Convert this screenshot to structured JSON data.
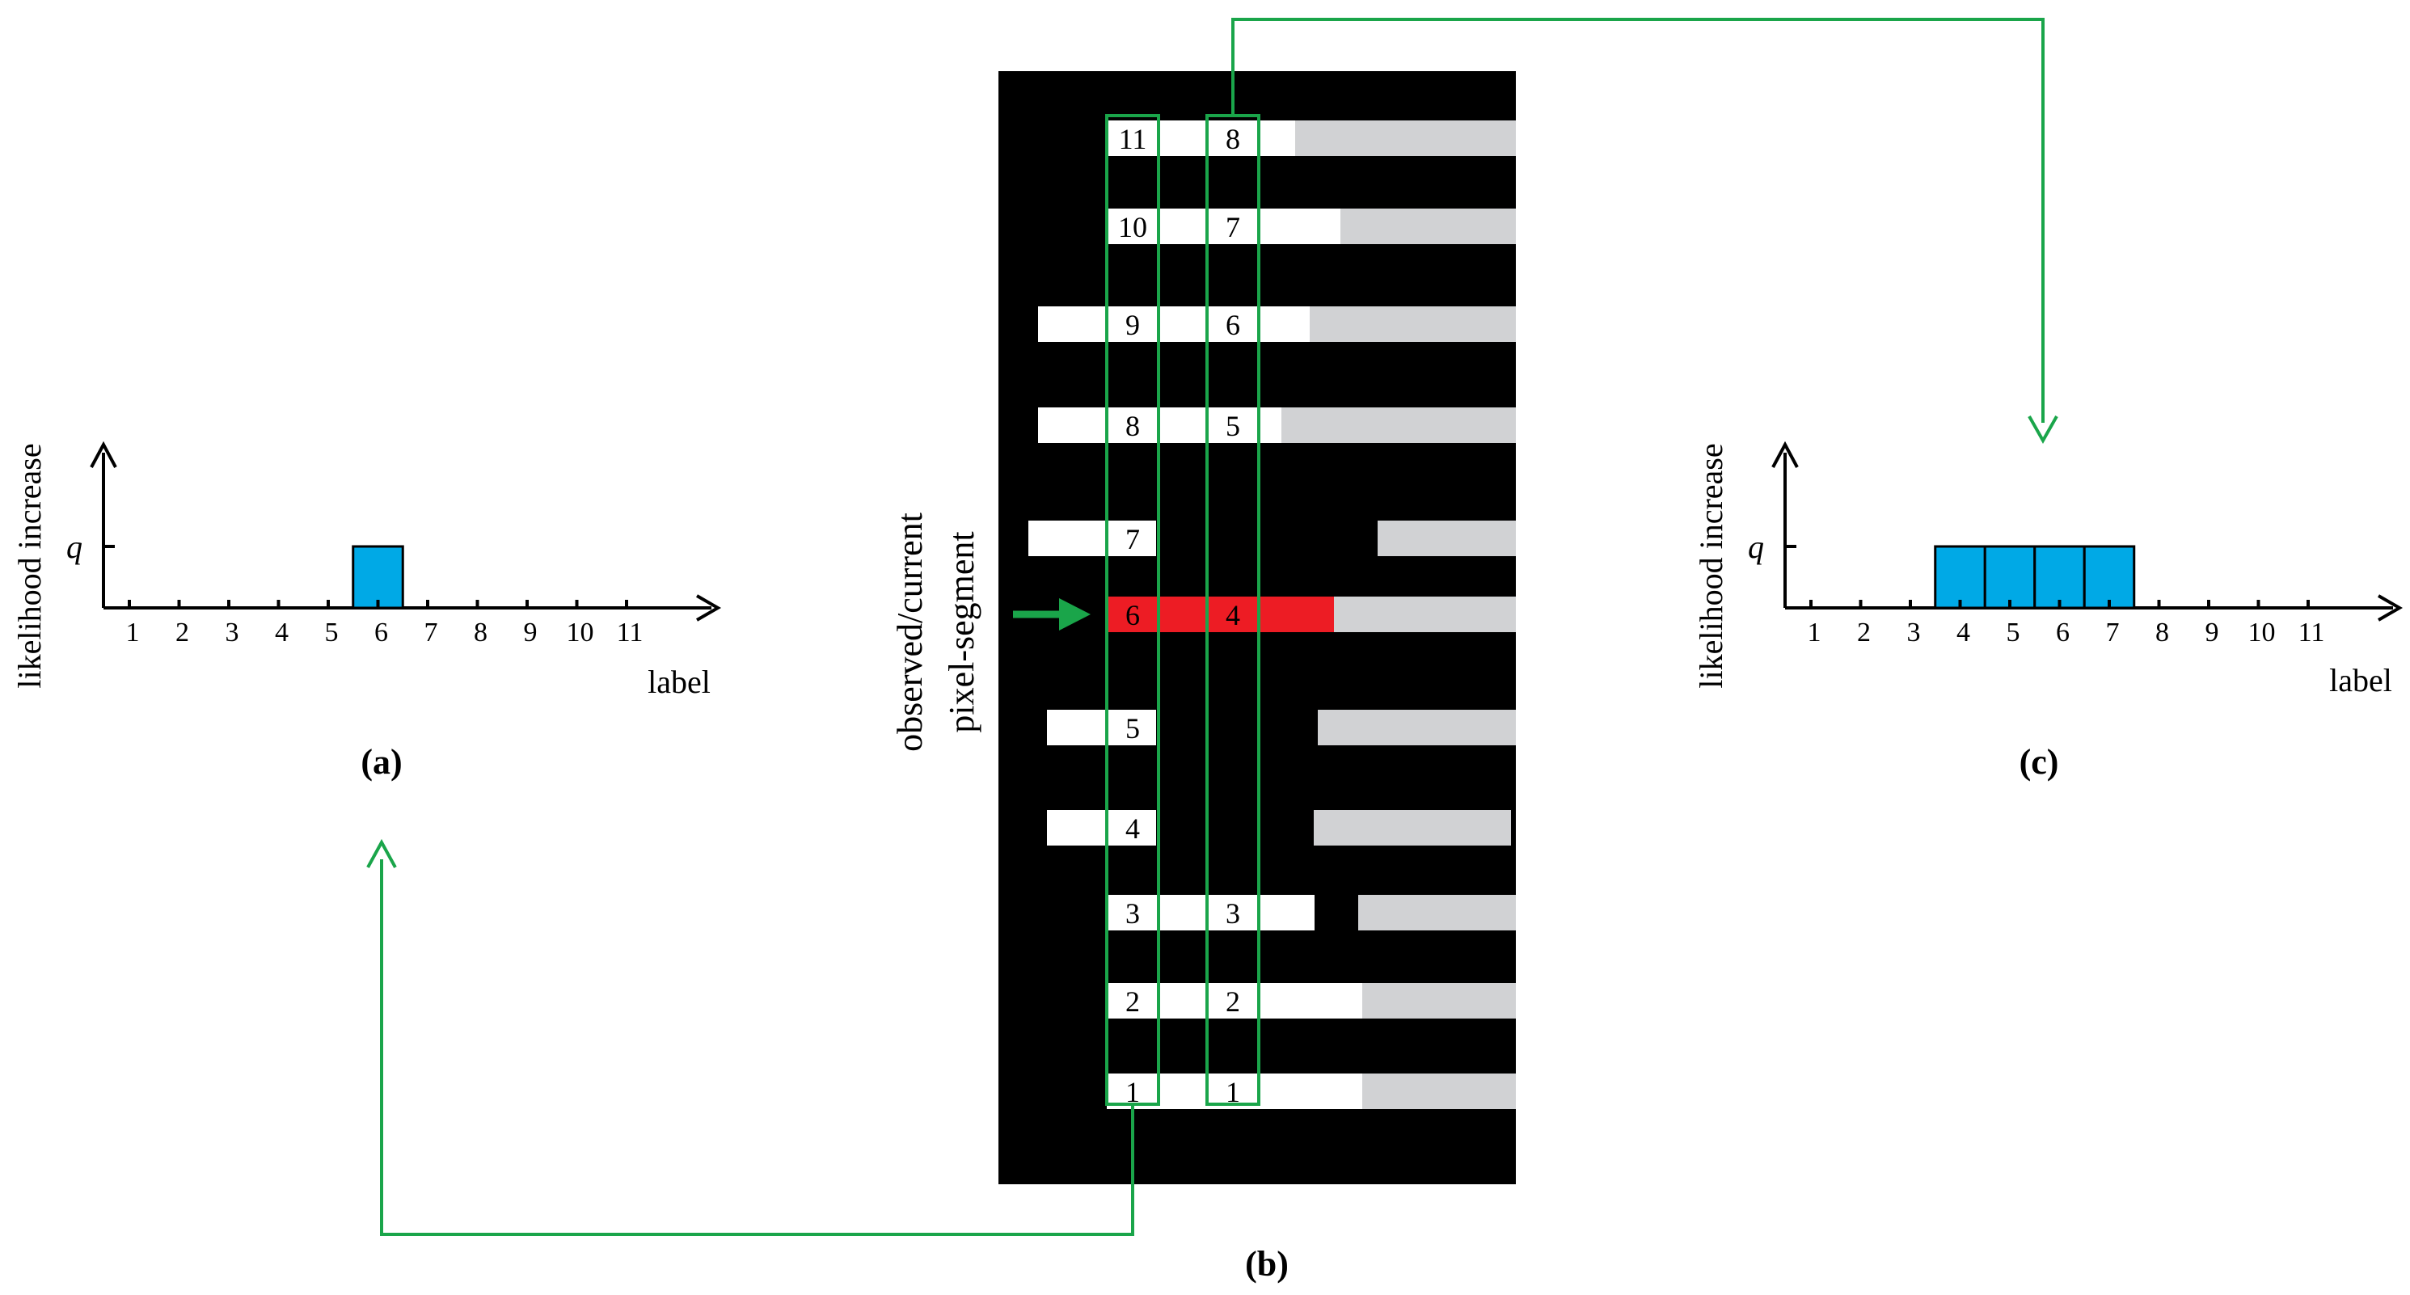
{
  "panel_a": {
    "caption": "(a)",
    "y_axis_label": "likelihood increase",
    "q_label": "q",
    "x_axis_label": "label",
    "tick_labels": [
      "1",
      "2",
      "3",
      "4",
      "5",
      "6",
      "7",
      "8",
      "9",
      "10",
      "11"
    ],
    "highlighted_labels": [
      6
    ]
  },
  "panel_b": {
    "caption": "(b)",
    "side_label_line1": "observed/current",
    "side_label_line2": "pixel-segment",
    "rows": [
      {
        "col1": "11",
        "col2": "8"
      },
      {
        "col1": "10",
        "col2": "7"
      },
      {
        "col1": "9",
        "col2": "6"
      },
      {
        "col1": "8",
        "col2": "5"
      },
      {
        "col1": "7",
        "col2": ""
      },
      {
        "col1": "6",
        "col2": "4"
      },
      {
        "col1": "5",
        "col2": ""
      },
      {
        "col1": "4",
        "col2": ""
      },
      {
        "col1": "3",
        "col2": "3"
      },
      {
        "col1": "2",
        "col2": "2"
      },
      {
        "col1": "1",
        "col2": "1"
      }
    ],
    "current_row": 5
  },
  "panel_c": {
    "caption": "(c)",
    "y_axis_label": "likelihood increase",
    "q_label": "q",
    "x_axis_label": "label",
    "tick_labels": [
      "1",
      "2",
      "3",
      "4",
      "5",
      "6",
      "7",
      "8",
      "9",
      "10",
      "11"
    ],
    "highlighted_labels": [
      4,
      5,
      6,
      7
    ]
  },
  "colors": {
    "bar_blue": "#00a9e6",
    "current_red": "#ed1c24",
    "connector_green": "#1aa54a",
    "segment_white": "#ffffff",
    "segment_gray": "#d1d2d4",
    "background_black": "#000000"
  }
}
